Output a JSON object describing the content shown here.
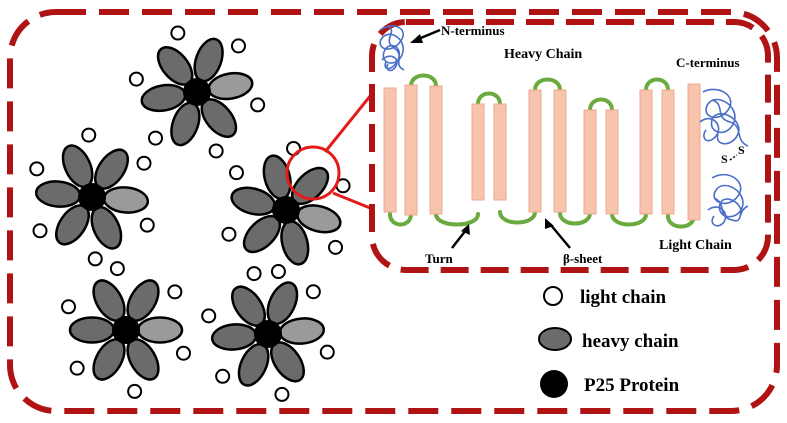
{
  "colors": {
    "border": "#b01313",
    "zoom_line": "#e41b1b",
    "heavy_chain_fill": "#6b6b6b",
    "heavy_chain_light_fill": "#9a9a9a",
    "core_fill": "#000000",
    "strand_fill": "#f9c4ae",
    "turn_color": "#6aaa3e",
    "terminus_coil": "#4a6fc7",
    "light_chain_fill": "#ffffff"
  },
  "icons": {
    "light_chain": "white-circle-icon",
    "heavy_chain": "grey-ellipse-icon",
    "p25_protein": "black-circle-icon"
  },
  "labels": {
    "n_terminus": "N-terminus",
    "heavy_chain_title": "Heavy Chain",
    "c_terminus": "C-terminus",
    "disulfide_s1": "S",
    "disulfide_s2": "S",
    "light_chain_title": "Light Chain",
    "turn": "Turn",
    "beta_sheet": "β-sheet"
  },
  "legend": {
    "light_chain": "light chain",
    "heavy_chain": "heavy chain",
    "p25_protein": "P25 Protein"
  },
  "complexes_count": 5
}
